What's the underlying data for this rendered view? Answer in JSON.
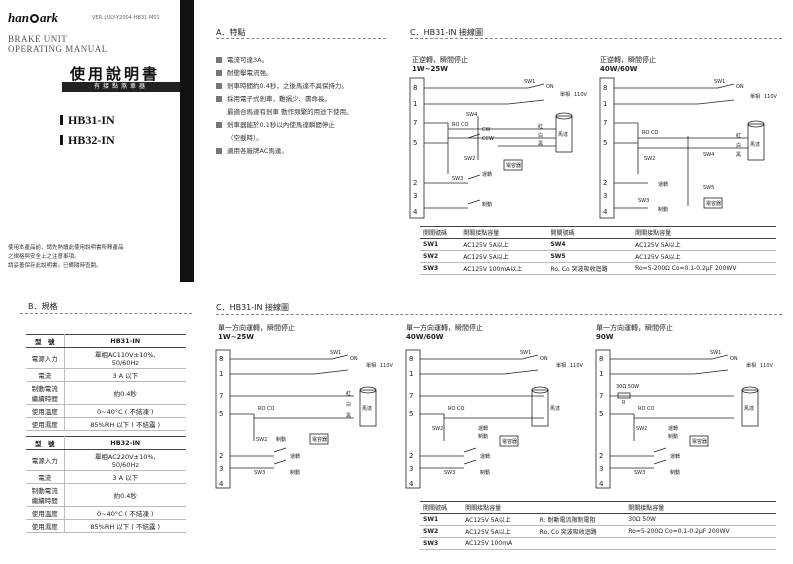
{
  "cover": {
    "logo_a": "han",
    "logo_b": "ark",
    "version": "VER.:JULY-Y2004-HB31-M01",
    "brake_line1": "BRAKE UNIT",
    "brake_line2": "OPERATING MANUAL",
    "title": "使用說明書",
    "subtitle": "有接點煞車器",
    "model1": "HB31-IN",
    "model2": "HB32-IN",
    "note1": "使用本產品前，請先熟讀此使用說明書所釋產品",
    "note2": "之規格與安全上之注意事項。",
    "note3": "請妥善保存此說明書，已備隨時查閱。"
  },
  "features": {
    "heading": "A．特點",
    "items": [
      "電流可達3A。",
      "耐衝擊電流強。",
      "剎車時間約0.4秒，之後馬達不具保持力。",
      "採用電子式剎車，難損少、壽命長。",
      "最適合馬達有剎車 動作頻繁的用途下使用。",
      "剎車器能於0.1秒以內使馬達瞬間停止",
      "（空載時）。",
      "適用各廠牌AC馬達。"
    ]
  },
  "spec": {
    "heading": "B．規格",
    "tables": [
      {
        "rows": [
          [
            "型　號",
            "HB31-IN"
          ],
          [
            "電源入力",
            "單相AC110V±10%,\n50/60Hz"
          ],
          [
            "電流",
            "3 A 以下"
          ],
          [
            "制動電流\n繼續時間",
            "約0.4秒"
          ],
          [
            "使用溫度",
            "0~40°C ( 不結凍 )"
          ],
          [
            "使用濕度",
            "85%RH 以下 ( 不結露 )"
          ]
        ]
      },
      {
        "rows": [
          [
            "型　號",
            "HB32-IN"
          ],
          [
            "電源入力",
            "單相AC220V±10%,\n50/60Hz"
          ],
          [
            "電流",
            "3 A 以下"
          ],
          [
            "制動電流\n繼續時間",
            "約0.4秒"
          ],
          [
            "使用溫度",
            "0~40°C ( 不結凍 )"
          ],
          [
            "使用濕度",
            "85%RH 以下 ( 不結露 )"
          ]
        ]
      }
    ]
  },
  "wiring_top": {
    "heading": "C．HB31-IN 接線圖",
    "d1_title": "正逆轉，瞬間停止",
    "d1_power": "1W~25W",
    "d2_title": "正逆轉，瞬間停止",
    "d2_power": "40W/60W",
    "table": {
      "header": [
        "開關號碼",
        "開關接點容量",
        "開關號碼",
        "開關接點容量"
      ],
      "rows": [
        [
          "SW1",
          "AC125V 5A以上",
          "SW4",
          "AC125V 5A以上"
        ],
        [
          "SW2",
          "AC125V 5A以上",
          "SW5",
          "AC125V 5A以上"
        ],
        [
          "SW3",
          "AC125V 100mA以上",
          "Ro, Co 突波吸收迴路",
          "Ro=5-200Ω Co=0.1-0.2μF 200WV"
        ]
      ]
    }
  },
  "wiring_bottom": {
    "heading": "C．HB31-IN 接線圖",
    "d1_title": "單一方向運轉，瞬間停止",
    "d1_power": "1W~25W",
    "d2_title": "單一方向運轉，瞬間停止",
    "d2_power": "40W/60W",
    "d3_title": "單一方向運轉，瞬間停止",
    "d3_power": "90W",
    "table": {
      "header": [
        "開關號碼",
        "開關接點容量",
        "",
        "開關接點容量"
      ],
      "rows": [
        [
          "SW1",
          "AC125V 5A以上",
          "R: 耐動電流限制電阻",
          "30Ω 50W"
        ],
        [
          "SW2",
          "AC125V 5A以上",
          "Ro, Co 突波吸收迴路",
          "Ro=5-200Ω Co=0.1-0.2μF 200WV"
        ],
        [
          "SW3",
          "AC125V 100mA",
          "",
          ""
        ]
      ]
    }
  },
  "diagram_labels": {
    "sw1": "SW1",
    "sw2": "SW2",
    "sw3": "SW3",
    "sw4": "SW4",
    "sw5": "SW5",
    "on": "ON",
    "single_phase": "單相",
    "v110": "110V",
    "motor": "馬達",
    "cap": "電容器",
    "run": "運轉",
    "brake": "制動",
    "t8": "8",
    "t1": "1",
    "t7": "7",
    "t5": "5",
    "t2": "2",
    "t3": "3",
    "t4": "4",
    "ro_co": "RO CO",
    "r30": "30Ω 50W",
    "r": "R",
    "c_red": "紅",
    "c_white": "白",
    "c_black": "黑",
    "cw": "CW",
    "ccw": "CCW"
  }
}
